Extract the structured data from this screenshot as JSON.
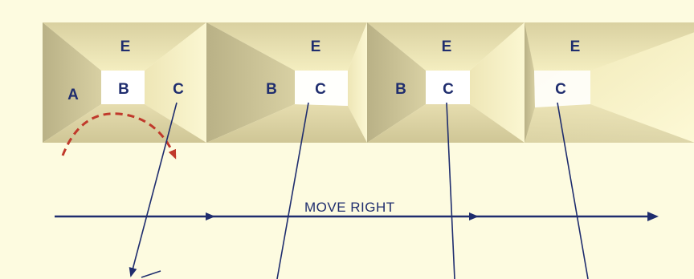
{
  "colors": {
    "background": "#fdfbe0",
    "label": "#1f2d6e",
    "rotation_arrow": "#c0392b",
    "window": "#ffffff",
    "room_light": "#fbf6c6",
    "room_mid": "#e6ddaa",
    "room_dark": "#bdb58a"
  },
  "panels": [
    {
      "labels": {
        "top": "E",
        "left": "A",
        "window": "B",
        "right": "C"
      }
    },
    {
      "labels": {
        "top": "E",
        "left": "B",
        "window": "C"
      }
    },
    {
      "labels": {
        "top": "E",
        "left": "B",
        "window": "C"
      }
    },
    {
      "labels": {
        "top": "E",
        "window": "C"
      }
    }
  ],
  "move_label": "MOVE RIGHT"
}
